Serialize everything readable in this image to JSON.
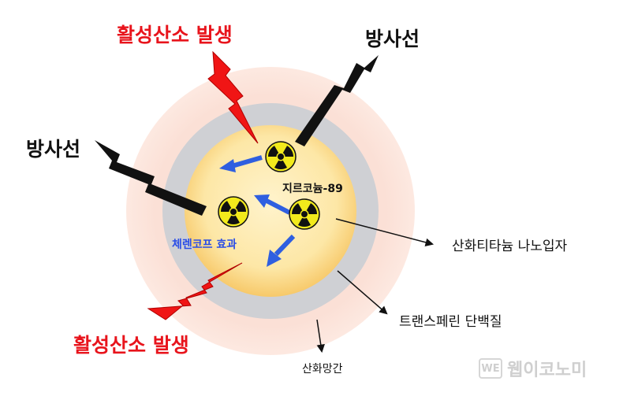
{
  "labels": {
    "ros_top": "활성산소 발생",
    "ros_bottom": "활성산소 발생",
    "radiation_right": "방사선",
    "radiation_left": "방사선",
    "zirconium": "지르코늄-89",
    "cherenkov": "체렌코프 효과",
    "titania": "산화티타늄 나노입자",
    "transferrin": "트랜스페린 단백질",
    "liver_cancer": "산화망간"
  },
  "watermark": {
    "logo": "WE",
    "text": "웹이코노미"
  },
  "colors": {
    "outer_ring": "#fbe0d6",
    "gray_ring": "#cfd0d4",
    "core": "#fde7a6",
    "ros_bolt": "#f01515",
    "radiation_bolt": "#111111",
    "arrow_blue": "#2f5fe0",
    "radiation_symbol": "#f2ea1c",
    "ros_text": "#e8141c",
    "cherenkov_text": "#2b4ee6"
  },
  "icons": [
    "radiation-icon",
    "lightning-bolt-icon",
    "arrow-icon"
  ]
}
